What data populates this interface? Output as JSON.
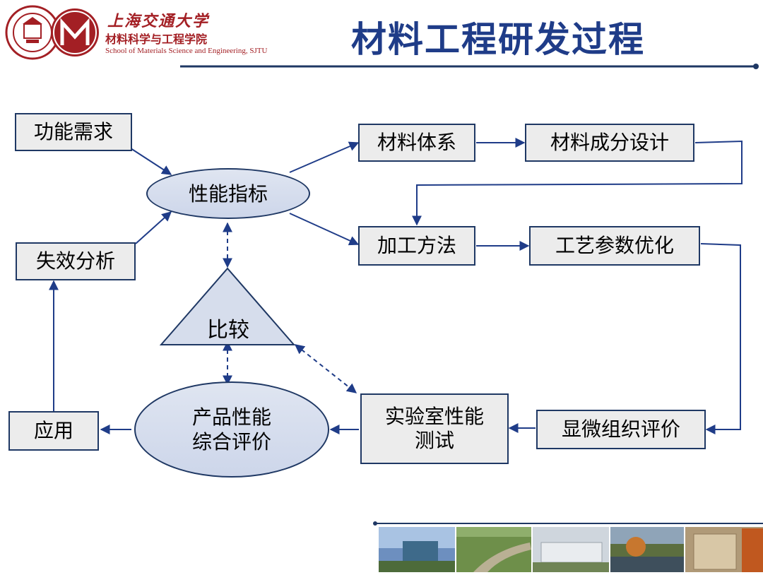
{
  "header": {
    "university_cn": "上海交通大学",
    "school_cn": "材料科学与工程学院",
    "school_en": "School of Materials Science and Engineering, SJTU",
    "title": "材料工程研发过程"
  },
  "nodes": {
    "functional_requirements": "功能需求",
    "performance_index": "性能指标",
    "failure_analysis": "失效分析",
    "comparison": "比较",
    "application": "应用",
    "product_eval_line1": "产品性能",
    "product_eval_line2": "综合评价",
    "lab_test_line1": "实验室性能",
    "lab_test_line2": "测试",
    "material_system": "材料体系",
    "composition_design": "材料成分设计",
    "processing_method": "加工方法",
    "process_optimization": "工艺参数优化",
    "microstructure_eval": "显微组织评价"
  },
  "colors": {
    "title": "#1f3c88",
    "arrow": "#1f3c88",
    "box_fill": "#ececec",
    "box_border": "#1f3864",
    "ellipse_fill": "#d6ddec",
    "logo_red": "#a31f24"
  }
}
